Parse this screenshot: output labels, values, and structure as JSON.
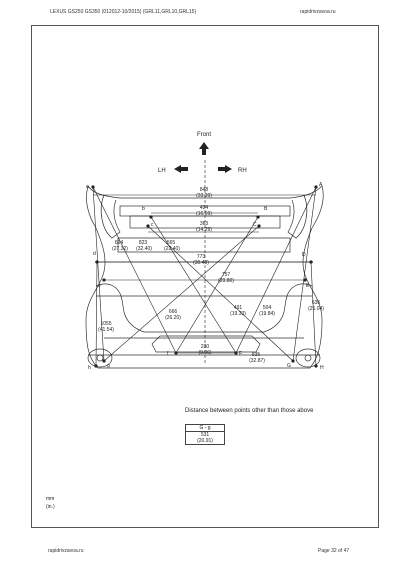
{
  "header": {
    "model": "LEXUS GS250 GS350 (012012-10/2015) (GRL11,GRL10,GRL15)",
    "site": "rapidrivzavoa.ru"
  },
  "footer": {
    "site": "rapidrivzavoa.ru",
    "page": "Page 32 of 47"
  },
  "diagram": {
    "front_label": "Front",
    "lh_label": "LH",
    "rh_label": "RH",
    "points": [
      "a",
      "A",
      "b",
      "B",
      "c",
      "C",
      "d",
      "D",
      "e",
      "E",
      "f",
      "F",
      "g",
      "G",
      "h",
      "H"
    ],
    "dims": [
      {
        "v": "848",
        "i": "(33.39)"
      },
      {
        "v": "424",
        "i": "(16.69)"
      },
      {
        "v": "363",
        "i": "(14.29)"
      },
      {
        "v": "694",
        "i": "(27.32)"
      },
      {
        "v": "823",
        "i": "(32.40)"
      },
      {
        "v": "565",
        "i": "(22.40)"
      },
      {
        "v": "773",
        "i": "(30.43)"
      },
      {
        "v": "757",
        "i": "(29.80)"
      },
      {
        "v": "636",
        "i": "(25.04)"
      },
      {
        "v": "666",
        "i": "(26.20)"
      },
      {
        "v": "491",
        "i": "(19.33)"
      },
      {
        "v": "504",
        "i": "(19.84)"
      },
      {
        "v": "1055",
        "i": "(41.54)"
      },
      {
        "v": "230",
        "i": "(9.06)"
      },
      {
        "v": "835",
        "i": "(32.87)"
      }
    ]
  },
  "extra": {
    "title": "Distance between points other than those above",
    "pair": "G - g",
    "value": "531",
    "inch": "(20.91)"
  },
  "units": {
    "mm": "mm",
    "in": "(in.)"
  }
}
